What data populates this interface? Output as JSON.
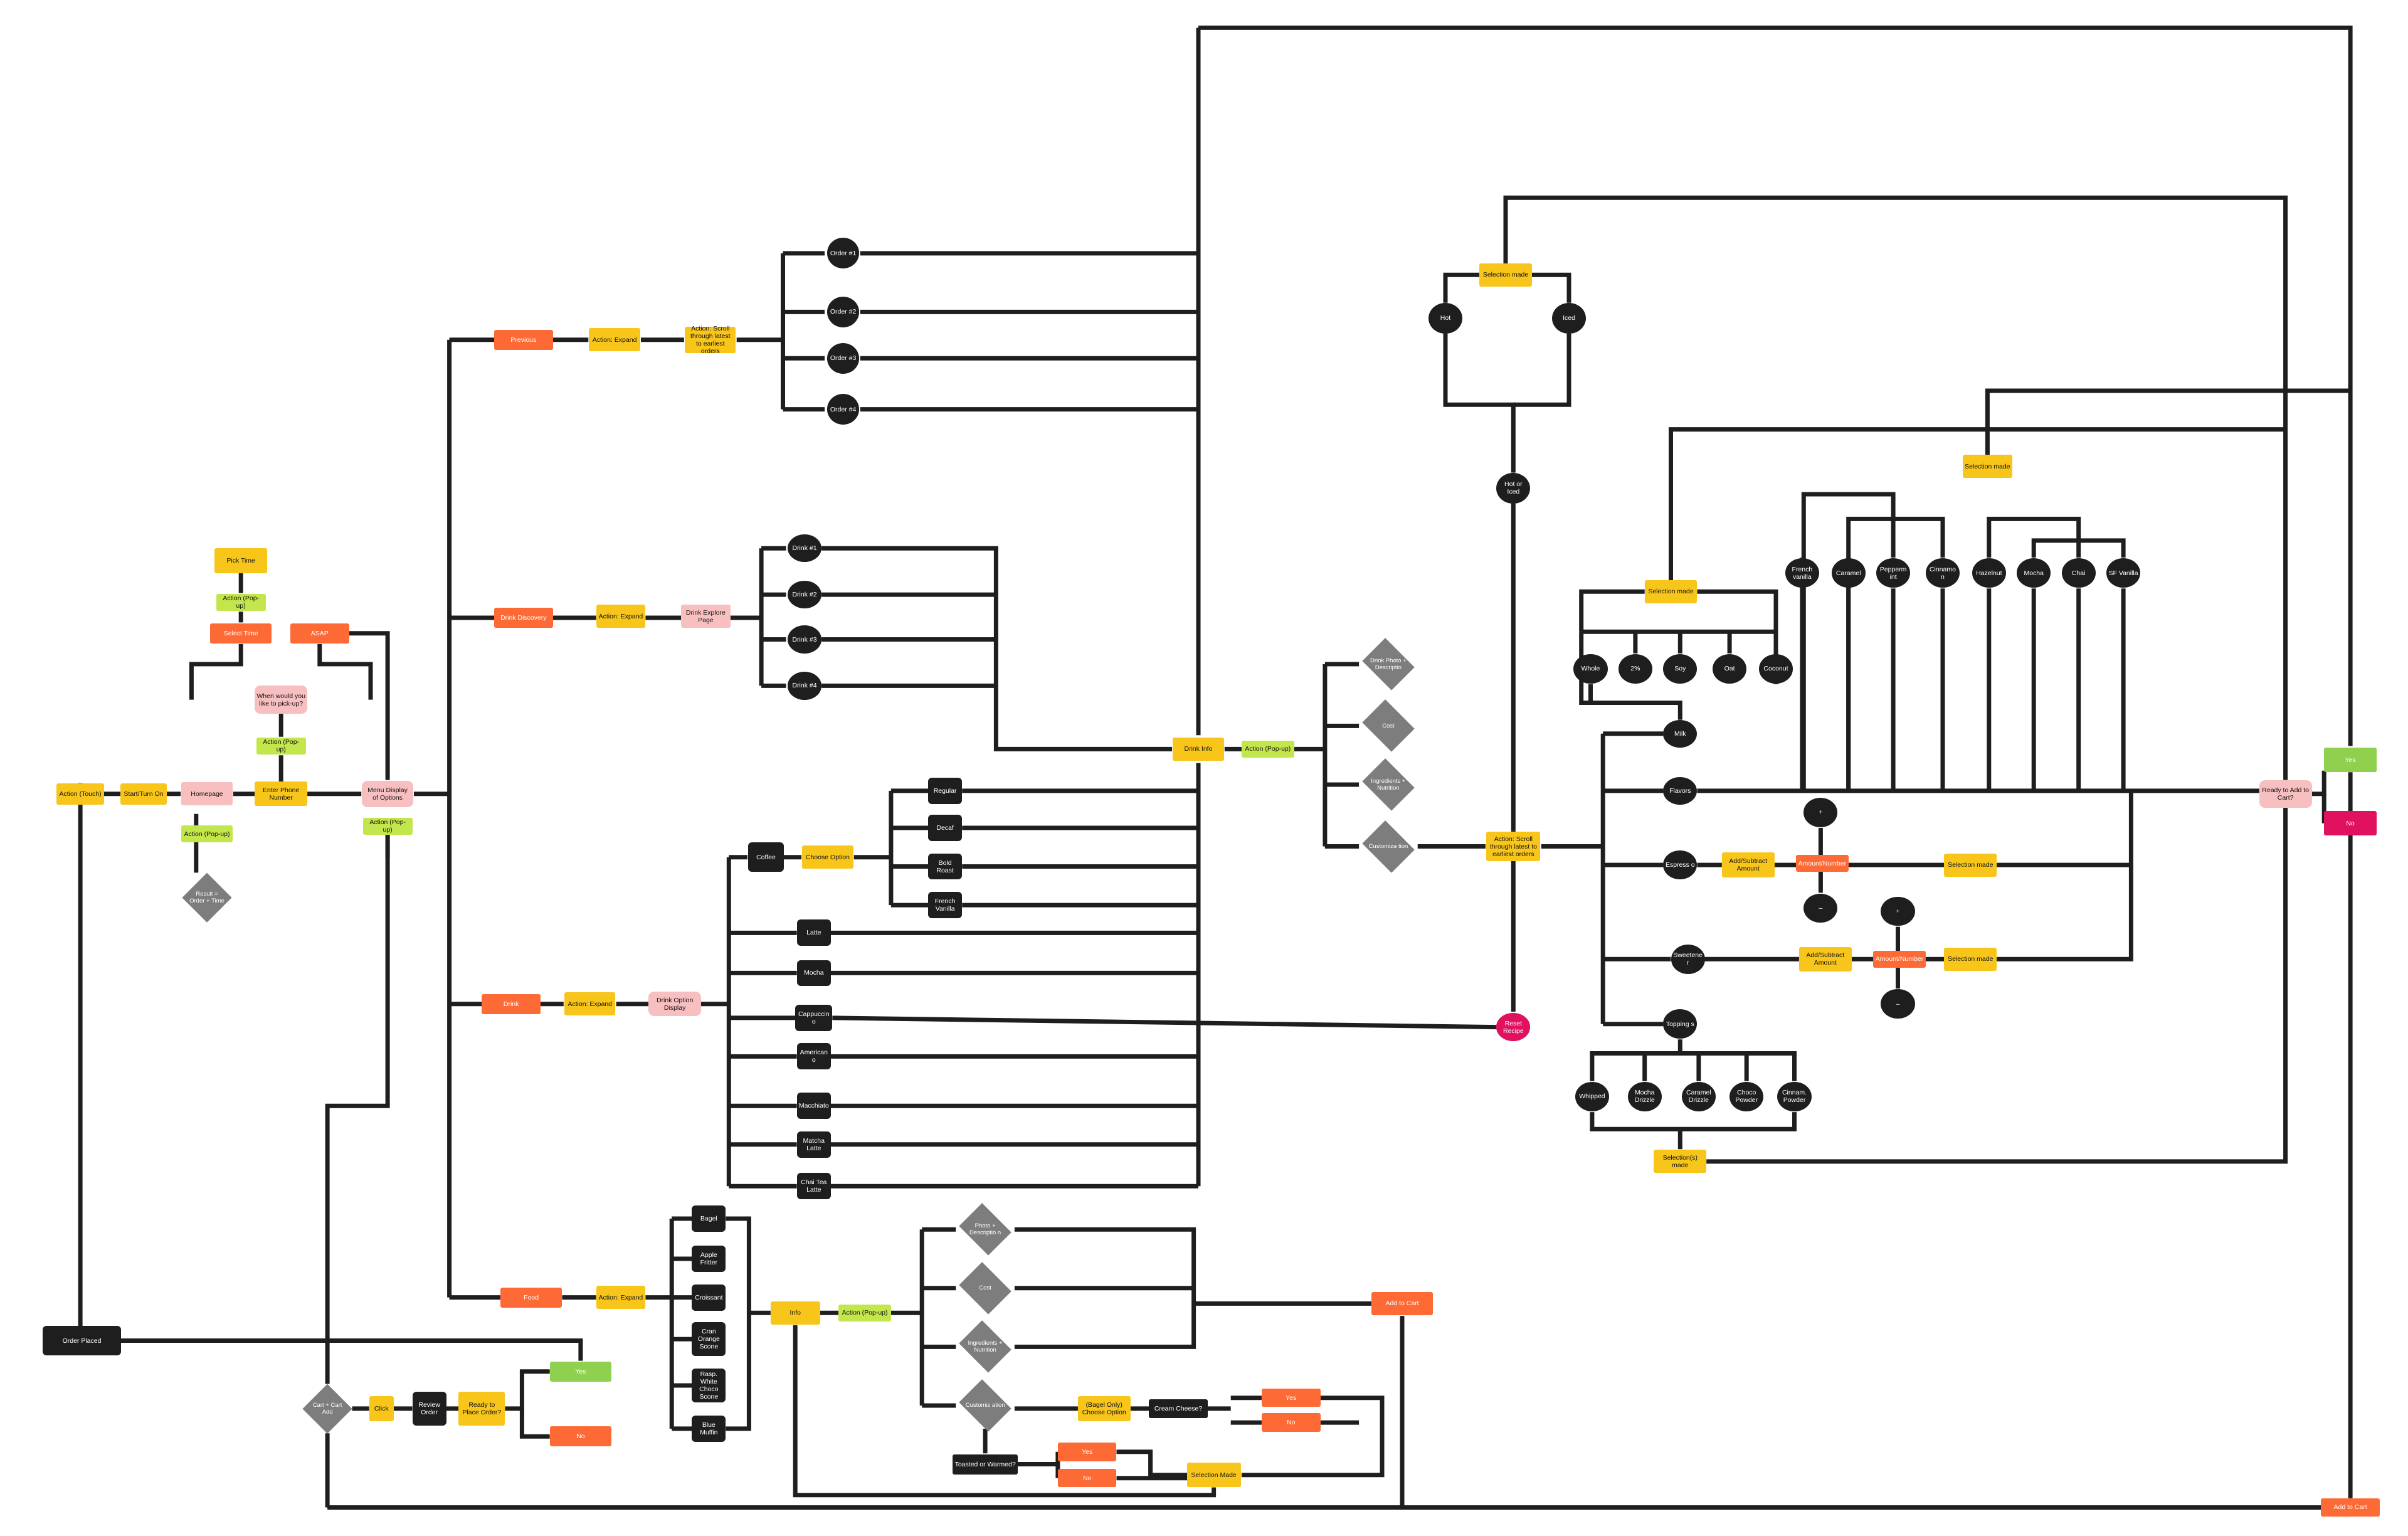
{
  "colors": {
    "yellow": "#f8c51b",
    "orange": "#fe6a35",
    "pink": "#f8bfc1",
    "lime": "#c2e64b",
    "black": "#1e1e1e",
    "green": "#8fd14f",
    "magenta": "#e0115f",
    "gray": "#7d7d7d",
    "connector": "#1e1e1e"
  },
  "nodes": {
    "action_touch": "Action (Touch)",
    "start_turn_on": "Start/Turn On",
    "homepage": "Homepage",
    "homepage_popup": "Action (Pop-up)",
    "result_order_time": "Result = Order + Time",
    "enter_phone": "Enter Phone Number",
    "phone_popup": "Action (Pop-up)",
    "when_pickup": "When would you like to pick-up?",
    "select_time": "Select Time",
    "asap": "ASAP",
    "time_popup": "Action (Pop-up)",
    "pick_time": "Pick Time",
    "menu_display": "Menu Display of Options",
    "menu_popup": "Action (Pop-up)",
    "order_placed": "Order Placed",
    "previous": "Previous",
    "previous_expand": "Action: Expand",
    "previous_scroll": "Action: Scroll through latest to earliest orders",
    "order_1": "Order #1",
    "order_2": "Order #2",
    "order_3": "Order #3",
    "order_4": "Order #4",
    "drink_discovery": "Drink Discovery",
    "discovery_expand": "Action: Expand",
    "drink_explore": "Drink Explore Page",
    "drink_1": "Drink #1",
    "drink_2": "Drink #2",
    "drink_3": "Drink #3",
    "drink_4": "Drink #4",
    "drink": "Drink",
    "drink_expand": "Action: Expand",
    "drink_option_display": "Drink Option Display",
    "coffee": "Coffee",
    "choose_option": "Choose Option",
    "regular": "Regular",
    "decaf": "Decaf",
    "bold_roast": "Bold Roast",
    "french_vanilla_coffee": "French Vanilla",
    "latte": "Latte",
    "mocha_drink": "Mocha",
    "cappuccino": "Cappuccino",
    "americano": "Americano",
    "macchiato": "Macchiato",
    "matcha_latte": "Matcha Latte",
    "chai_tea_latte": "Chai Tea Latte",
    "drink_info": "Drink Info",
    "drink_info_popup": "Action (Pop-up)",
    "drink_photo": "Drink Photo + Descriptio",
    "drink_cost": "Cost",
    "drink_ingredients": "Ingredients + Nutrition",
    "drink_customize": "Customiza tion",
    "drink_scroll": "Action: Scroll through latest to earliest orders",
    "reset_recipe": "Reset Recipe",
    "hot_or_iced": "Hot or Iced",
    "hot": "Hot",
    "iced": "Iced",
    "temp_selection": "Selection made",
    "milk": "Milk",
    "whole": "Whole",
    "two_percent": "2%",
    "soy": "Soy",
    "oat": "Oat",
    "coconut": "Coconut",
    "milk_selection": "Selection made",
    "flavors": "Flavors",
    "french_vanilla_flavor": "French vanilla",
    "caramel": "Caramel",
    "peppermint": "Pepperm int",
    "cinnamon": "Cinnamo n",
    "hazelnut": "Hazelnut",
    "mocha_flavor": "Mocha",
    "chai": "Chai",
    "sf_vanilla": "SF Vanilla",
    "flavor_selection": "Selection made",
    "espresso": "Espress o",
    "espresso_add": "Add/Subtract Amount",
    "espresso_plus": "+",
    "espresso_minus": "–",
    "espresso_amount": "Amount/Number",
    "espresso_selection": "Selection made",
    "sweetener": "Sweetene r",
    "sweetener_add": "Add/Subtract Amount",
    "sweetener_plus": "+",
    "sweetener_minus": "–",
    "sweetener_amount": "Amount/Number",
    "sweetener_selection": "Selection made",
    "toppings": "Topping s",
    "whipped": "Whipped",
    "mocha_drizzle": "Mocha Drizzle",
    "caramel_drizzle": "Caramel Drizzle",
    "choco_powder": "Choco Powder",
    "cinnam_powder": "Cinnam. Powder",
    "toppings_selection": "Selection(s) made",
    "ready_add_cart": "Ready to Add to Cart?",
    "ready_yes": "Yes",
    "ready_no": "No",
    "add_to_cart_right": "Add to Cart",
    "food": "Food",
    "food_expand": "Action: Expand",
    "bagel": "Bagel",
    "apple_fritter": "Apple Fritter",
    "croissant": "Croissant",
    "cran_orange_scone": "Cran Orange Scone",
    "rasp_white_choco_scone": "Rasp. White Choco Scone",
    "blue_muffin": "Blue Muffin",
    "food_info": "Info",
    "food_info_popup": "Action (Pop-up)",
    "food_photo": "Photo + Descriptio n",
    "food_cost": "Cost",
    "food_ingredients": "Ingredients + Nutrition",
    "food_customize": "Customiz ation",
    "bagel_only": "(Bagel Only) Choose Option",
    "cream_cheese": "Cream Cheese?",
    "cream_yes": "Yes",
    "cream_no": "No",
    "toasted_warmed": "Toasted or Warmed?",
    "toasted_yes": "Yes",
    "toasted_no": "No",
    "food_selection": "Selection Made",
    "add_to_cart_food": "Add to Cart",
    "cart_add": "Cart + Cart Add",
    "click": "Click",
    "review_order": "Review Order",
    "ready_place": "Ready to Place Order?",
    "place_yes": "Yes",
    "place_no": "No"
  }
}
